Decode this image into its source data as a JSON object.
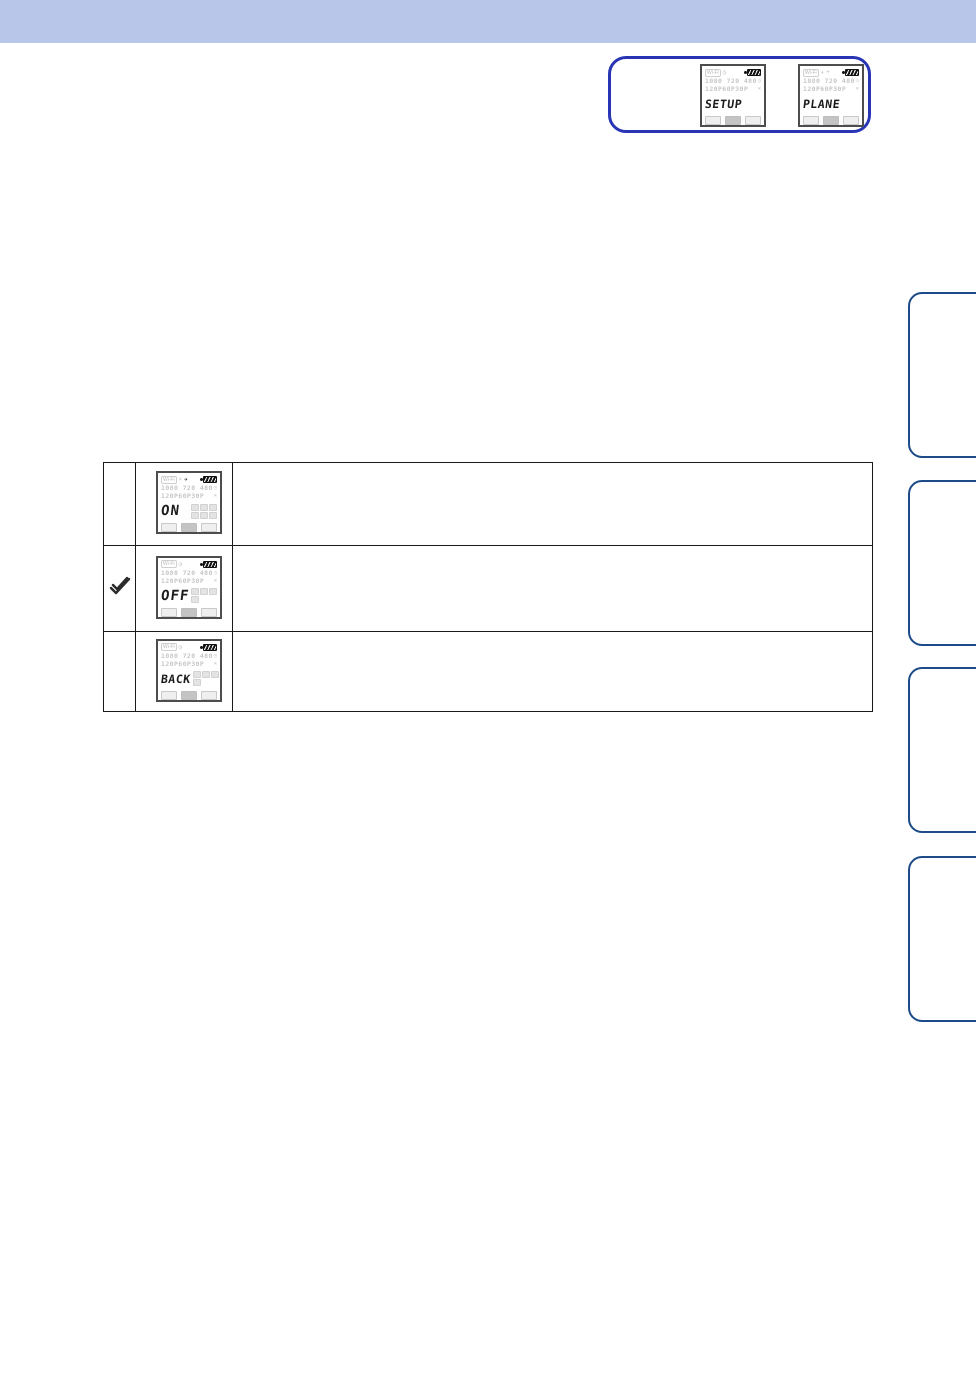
{
  "page": {
    "header_bar_color": "#b7c6e9",
    "accent_box_border": "#2835b5",
    "side_tab_border": "#1d4b87"
  },
  "icons": {
    "wifi": "Wi-Fi",
    "timer": "◷",
    "cross": "×",
    "plus": "+",
    "airplane": "✈",
    "battery": "battery-full-striped",
    "default_check": "double-checkmark",
    "interval_button": "interval-icon",
    "camera_button": "camera-icon",
    "playback_button": "playback-icon"
  },
  "lcd": {
    "wifi_label": "Wi-Fi",
    "resolution_line": "1080 720 480",
    "framerate_line": "120P60P30P",
    "screens": {
      "setup": {
        "main": "SETUP",
        "airplane_status": "none"
      },
      "plane": {
        "main": "PLANE",
        "airplane_status": "grey"
      },
      "on": {
        "main": "ON",
        "airplane_status": "black"
      },
      "off": {
        "main": "OFF",
        "airplane_status": "none"
      },
      "back": {
        "main": "BACK",
        "airplane_status": "none"
      }
    }
  },
  "top_box": {
    "screens": [
      "setup",
      "plane"
    ]
  },
  "table": {
    "rows": [
      {
        "checked": false,
        "screen": "on",
        "description": ""
      },
      {
        "checked": true,
        "screen": "off",
        "description": ""
      },
      {
        "checked": false,
        "screen": "back",
        "description": ""
      }
    ]
  },
  "side_tabs": {
    "count": 4,
    "labels": [
      "",
      "",
      "",
      ""
    ]
  }
}
